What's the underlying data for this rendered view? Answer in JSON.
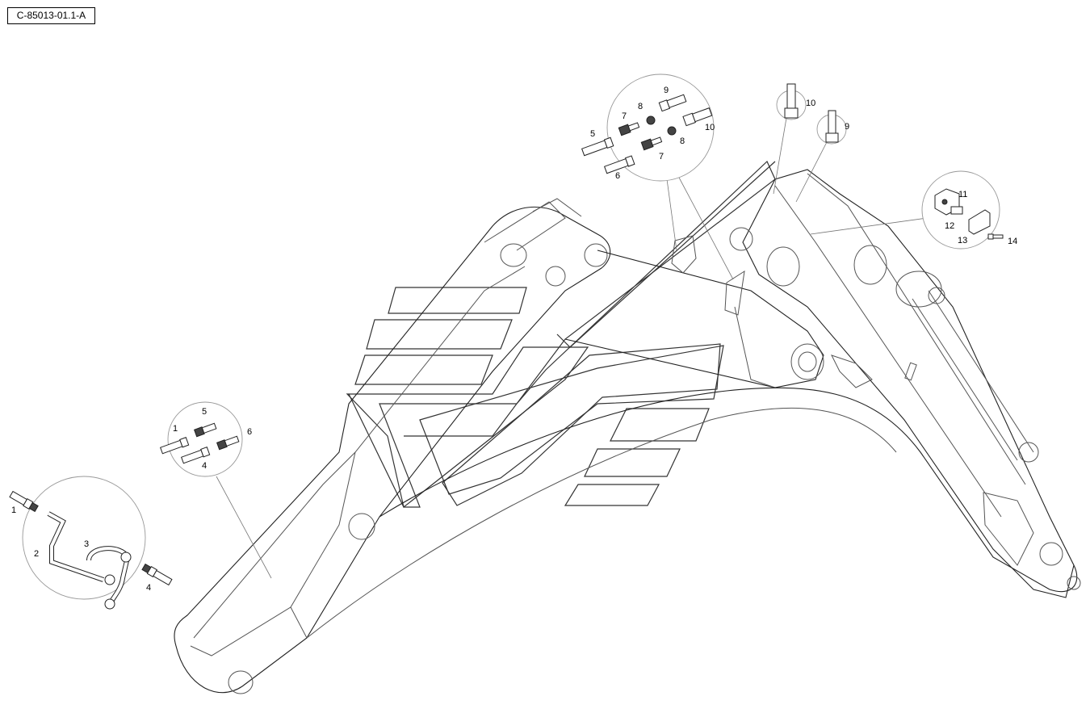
{
  "drawing_id": "C-85013-01.1-A",
  "callouts": {
    "top_detail": {
      "a5": "5",
      "a6": "6",
      "a7a": "7",
      "a7b": "7",
      "a8a": "8",
      "a8b": "8",
      "a9": "9",
      "a10": "10"
    },
    "pins": {
      "p10": "10",
      "p9": "9"
    },
    "right_detail": {
      "r11": "11",
      "r12": "12",
      "r13": "13",
      "r14": "14"
    },
    "mid_detail": {
      "m1": "1",
      "m4": "4",
      "m5": "5",
      "m6": "6"
    },
    "left_detail": {
      "l1": "1",
      "l2": "2",
      "l3": "3",
      "l4": "4"
    }
  }
}
